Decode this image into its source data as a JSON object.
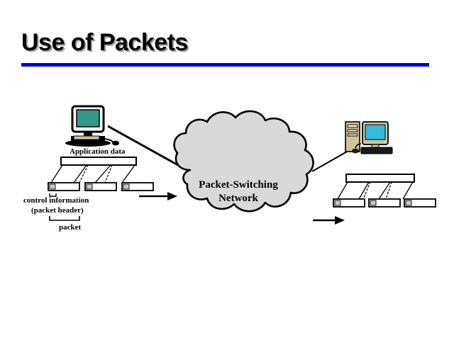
{
  "slide": {
    "title": "Use of Packets",
    "accent_color": "#0000d4",
    "background_color": "#ffffff"
  },
  "diagram": {
    "cloud": {
      "label_line1": "Packet-Switching",
      "label_line2": "Network",
      "fill_color": "#d9d9d9",
      "outline_color": "#000000"
    },
    "labels": {
      "application_data": "Application data",
      "control_information": "control information",
      "packet_header": "(packet header)",
      "packet": "packet"
    },
    "source_computer": {
      "type": "workstation",
      "screen_color": "#339988",
      "body_color": "#000000"
    },
    "destination_computer": {
      "type": "desktop-pc",
      "screen_color": "#33bbdd",
      "tower_color": "#cfc49a",
      "keyboard_color": "#1a1a1a"
    },
    "packets": {
      "count": 3,
      "header_color": "#c8c8c8",
      "body_color": "#ffffff",
      "border_color": "#000000"
    },
    "arrows": {
      "inbound": "arrow-right",
      "outbound": "arrow-right"
    }
  }
}
